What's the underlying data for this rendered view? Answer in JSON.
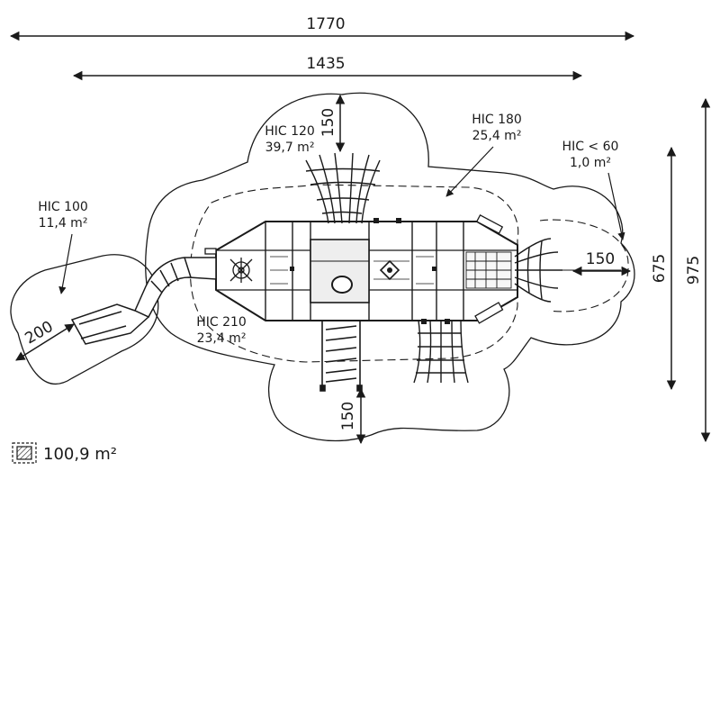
{
  "dimensions": {
    "overall_width": "1770",
    "structure_width": "1435",
    "top_clearance": "150",
    "bottom_clearance": "150",
    "right_clearance": "150",
    "slide_clearance": "200",
    "structure_depth": "675",
    "overall_depth": "975"
  },
  "hic_zones": [
    {
      "hic": "HIC 120",
      "area": "39,7 m²"
    },
    {
      "hic": "HIC 180",
      "area": "25,4 m²"
    },
    {
      "hic": "HIC 100",
      "area": "11,4 m²"
    },
    {
      "hic": "HIC < 60",
      "area": "1,0 m²"
    },
    {
      "hic": "HIC 210",
      "area": "23,4 m²"
    }
  ],
  "legend": {
    "total_area": "100,9 m²",
    "icon": "hatched-square-icon"
  },
  "colors": {
    "line": "#1a1a1a",
    "background": "#ffffff",
    "fill_light": "#f2f2f2",
    "fill_mid": "#d9d9d9"
  }
}
